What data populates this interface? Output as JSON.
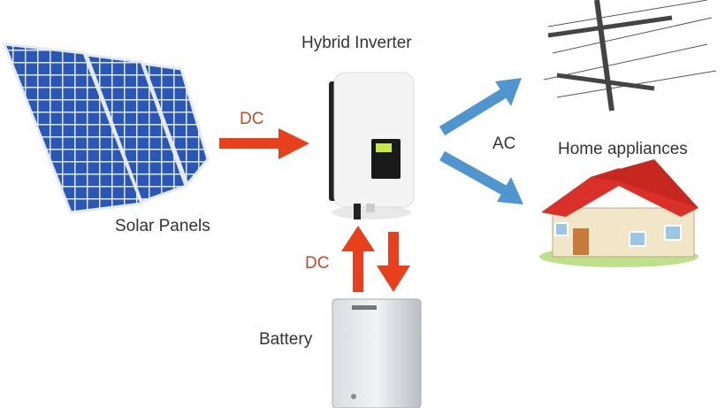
{
  "labels": {
    "inverter": "Hybrid Inverter",
    "solar": "Solar Panels",
    "dc_top": "DC",
    "dc_bottom": "DC",
    "ac": "AC",
    "home": "Home appliances",
    "battery": "Battery"
  },
  "colors": {
    "dc_arrow": "#e8401c",
    "ac_arrow": "#4f95cf",
    "panel_blue": "#2a56b8"
  }
}
